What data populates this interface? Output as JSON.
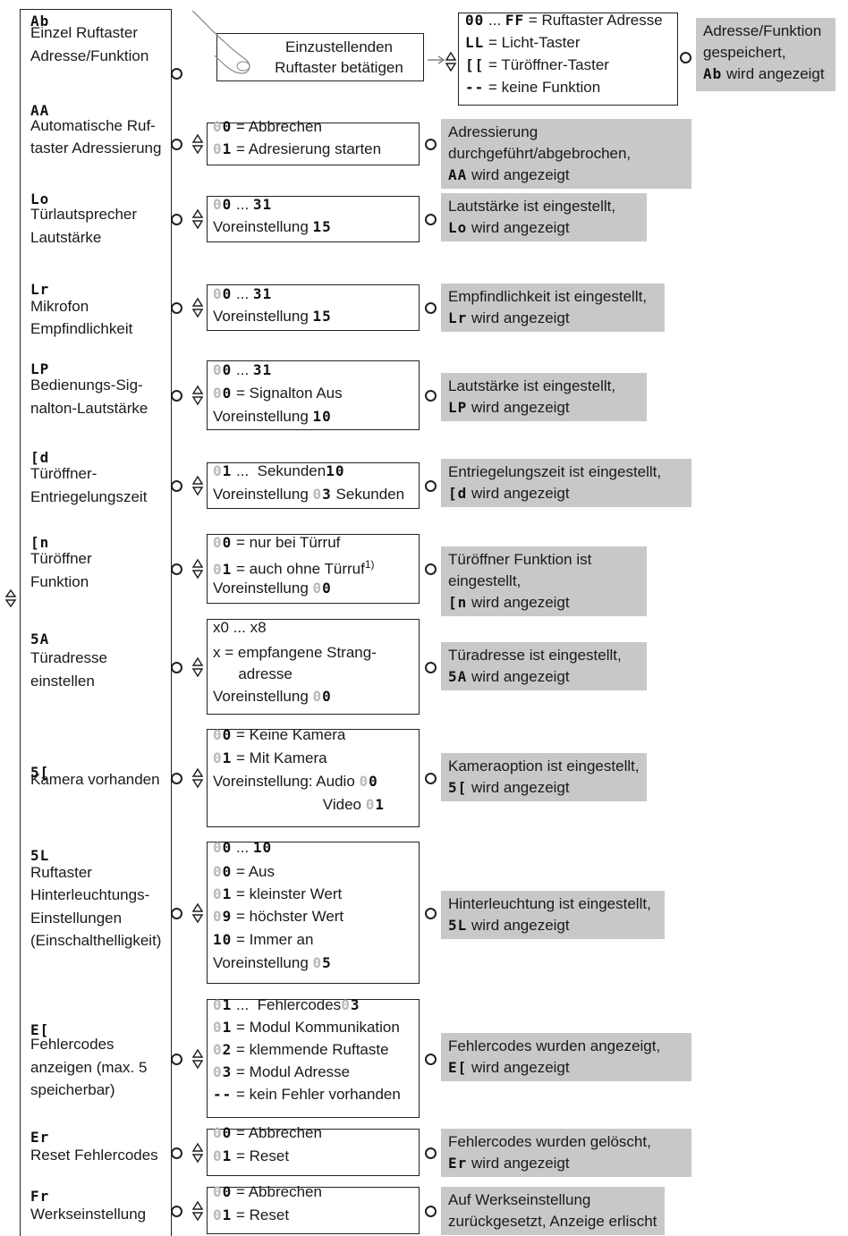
{
  "rows": [
    {
      "code": "Ab",
      "label": "Einzel Ruftaster Adresse/Funktion",
      "action": "Einzustellenden Ruftaster betätigen",
      "options": [
        {
          "a": "00",
          "b": " ... ",
          "c": "FF",
          "d": " = Ruftaster Adresse"
        },
        {
          "a": "LL",
          "d": " = Licht-Taster"
        },
        {
          "a": "[[",
          "d": " = Türöffner-Taster"
        },
        {
          "a": "--",
          "d": " = keine Funktion"
        }
      ],
      "result1": "Adresse/Funktion gespeichert,",
      "result_code": "Ab",
      "result2": " wird angezeigt"
    },
    {
      "code": "AA",
      "label": "Automatische Ruftaster Adressierung",
      "options": [
        {
          "a": "00",
          "d": " = Abbrechen"
        },
        {
          "a": "01",
          "d": " = Adresierung starten"
        }
      ],
      "result1": "Adressierung durchgeführt/abgebrochen,",
      "result_code": "AA",
      "result2": " wird angezeigt"
    },
    {
      "code": "Lo",
      "label": "Türlautsprecher Lautstärke",
      "options": [
        {
          "a": "00",
          "b": " ... ",
          "c": "31"
        },
        {
          "d": "Voreinstellung ",
          "c": "15"
        }
      ],
      "result1": "Lautstärke ist eingestellt,",
      "result_code": "Lo",
      "result2": " wird angezeigt"
    },
    {
      "code": "Lr",
      "label": "Mikrofon Empfindlichkeit",
      "options": [
        {
          "a": "00",
          "b": " ... ",
          "c": "31"
        },
        {
          "d": "Voreinstellung ",
          "c": "15"
        }
      ],
      "result1": "Empfindlichkeit ist eingestellt,",
      "result_code": "Lr",
      "result2": " wird angezeigt"
    },
    {
      "code": "LP",
      "label": "Bedienungs-Signalton-Lautstärke",
      "options": [
        {
          "a": "00",
          "b": " ... ",
          "c": "31"
        },
        {
          "a": "00",
          "d": " = Signalton Aus"
        },
        {
          "d": "Voreinstellung ",
          "c": "10"
        }
      ],
      "result1": "Lautstärke ist eingestellt,",
      "result_code": "LP",
      "result2": " wird angezeigt"
    },
    {
      "code": "[d",
      "label": "Türöffner-Entriegelungszeit",
      "options": [
        {
          "a": "01",
          "b": " ... ",
          "c": "10",
          "d": " Sekunden"
        },
        {
          "d": "Voreinstellung ",
          "c": "03",
          "e": " Sekunden"
        }
      ],
      "result1": "Entriegelungszeit ist eingestellt,",
      "result_code": "[d",
      "result2": " wird angezeigt"
    },
    {
      "code": "[n",
      "label": "Türöffner Funktion",
      "options": [
        {
          "a": "00",
          "d": " = nur bei Türruf"
        },
        {
          "a": "01",
          "d": " = auch ohne Türruf",
          "sup": "1)"
        },
        {
          "d": "Voreinstellung ",
          "c": "00"
        }
      ],
      "result1": "Türöffner Funktion ist eingestellt,",
      "result_code": "[n",
      "result2": " wird angezeigt"
    },
    {
      "code": "5A",
      "label": "Türadresse einstellen",
      "options": [
        {
          "d": "x0 ... x8"
        },
        {
          "d": "x = empfangene Strang-"
        },
        {
          "d": "      adresse"
        },
        {
          "d": "Voreinstellung ",
          "c": "00"
        }
      ],
      "result1": "Türadresse ist eingestellt,",
      "result_code": "5A",
      "result2": " wird angezeigt"
    },
    {
      "code": "5[",
      "label": "Kamera vorhanden",
      "options": [
        {
          "a": "00",
          "d": " = Keine Kamera"
        },
        {
          "a": "01",
          "d": " = Mit Kamera"
        },
        {
          "d": "Voreinstellung: Audio ",
          "c": "00"
        },
        {
          "d": "                          Video ",
          "c": "01"
        }
      ],
      "result1": "Kameraoption ist eingestellt,",
      "result_code": "5[",
      "result2": " wird angezeigt"
    },
    {
      "code": "5L",
      "label": "Ruftaster Hinterleuchtungs-Einstellungen (Einschalthelligkeit)",
      "options": [
        {
          "a": "00",
          "b": " ... ",
          "c": "10"
        },
        {
          "a": "00",
          "d": " = Aus"
        },
        {
          "a": "01",
          "d": " = kleinster Wert"
        },
        {
          "a": "09",
          "d": " = höchster Wert"
        },
        {
          "a": "10",
          "d": " = Immer an"
        },
        {
          "d": "Voreinstellung ",
          "c": "05"
        }
      ],
      "result1": "Hinterleuchtung ist eingestellt,",
      "result_code": "5L",
      "result2": " wird angezeigt"
    },
    {
      "code": "E[",
      "label": "Fehlercodes anzeigen (max. 5 speicherbar)",
      "options": [
        {
          "a": "01",
          "b": " ... ",
          "c": "03",
          "d": " Fehlercodes"
        },
        {
          "a": "01",
          "d": " = Modul Kommunikation"
        },
        {
          "a": "02",
          "d": " = klemmende Ruftaste"
        },
        {
          "a": "03",
          "d": " = Modul Adresse"
        },
        {
          "a": "--",
          "d": " = kein Fehler vorhanden"
        }
      ],
      "result1": "Fehlercodes wurden angezeigt,",
      "result_code": "E[",
      "result2": " wird angezeigt"
    },
    {
      "code": "Er",
      "label": "Reset Fehlercodes",
      "options": [
        {
          "a": "00",
          "d": " = Abbrechen"
        },
        {
          "a": "01",
          "d": " = Reset"
        }
      ],
      "result1": "Fehlercodes wurden gelöscht,",
      "result_code": "Er",
      "result2": " wird angezeigt"
    },
    {
      "code": "Fr",
      "label": "Werkseinstellung",
      "options": [
        {
          "a": "00",
          "d": " = Abbrechen"
        },
        {
          "a": "01",
          "d": " = Reset"
        }
      ],
      "result1": "Auf Werkseinstellung zurückgesetzt, Anzeige erlischt",
      "result_code": "",
      "result2": ""
    }
  ]
}
